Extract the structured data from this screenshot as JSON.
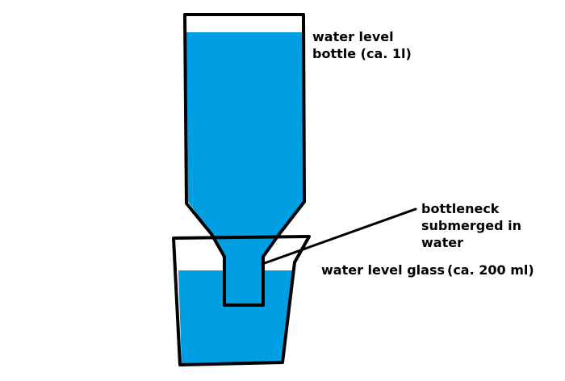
{
  "colors": {
    "water": "#009fe3",
    "outline": "#000000",
    "background": "#ffffff"
  },
  "labels": {
    "bottle_level_line1": "water level",
    "bottle_level_line2": "bottle (ca. 1l)",
    "bottleneck_line1": "bottleneck",
    "bottleneck_line2": "submerged in",
    "bottleneck_line3": "water",
    "glass_level_main": "water level glass",
    "glass_level_volume": "(ca. 200 ml)"
  }
}
